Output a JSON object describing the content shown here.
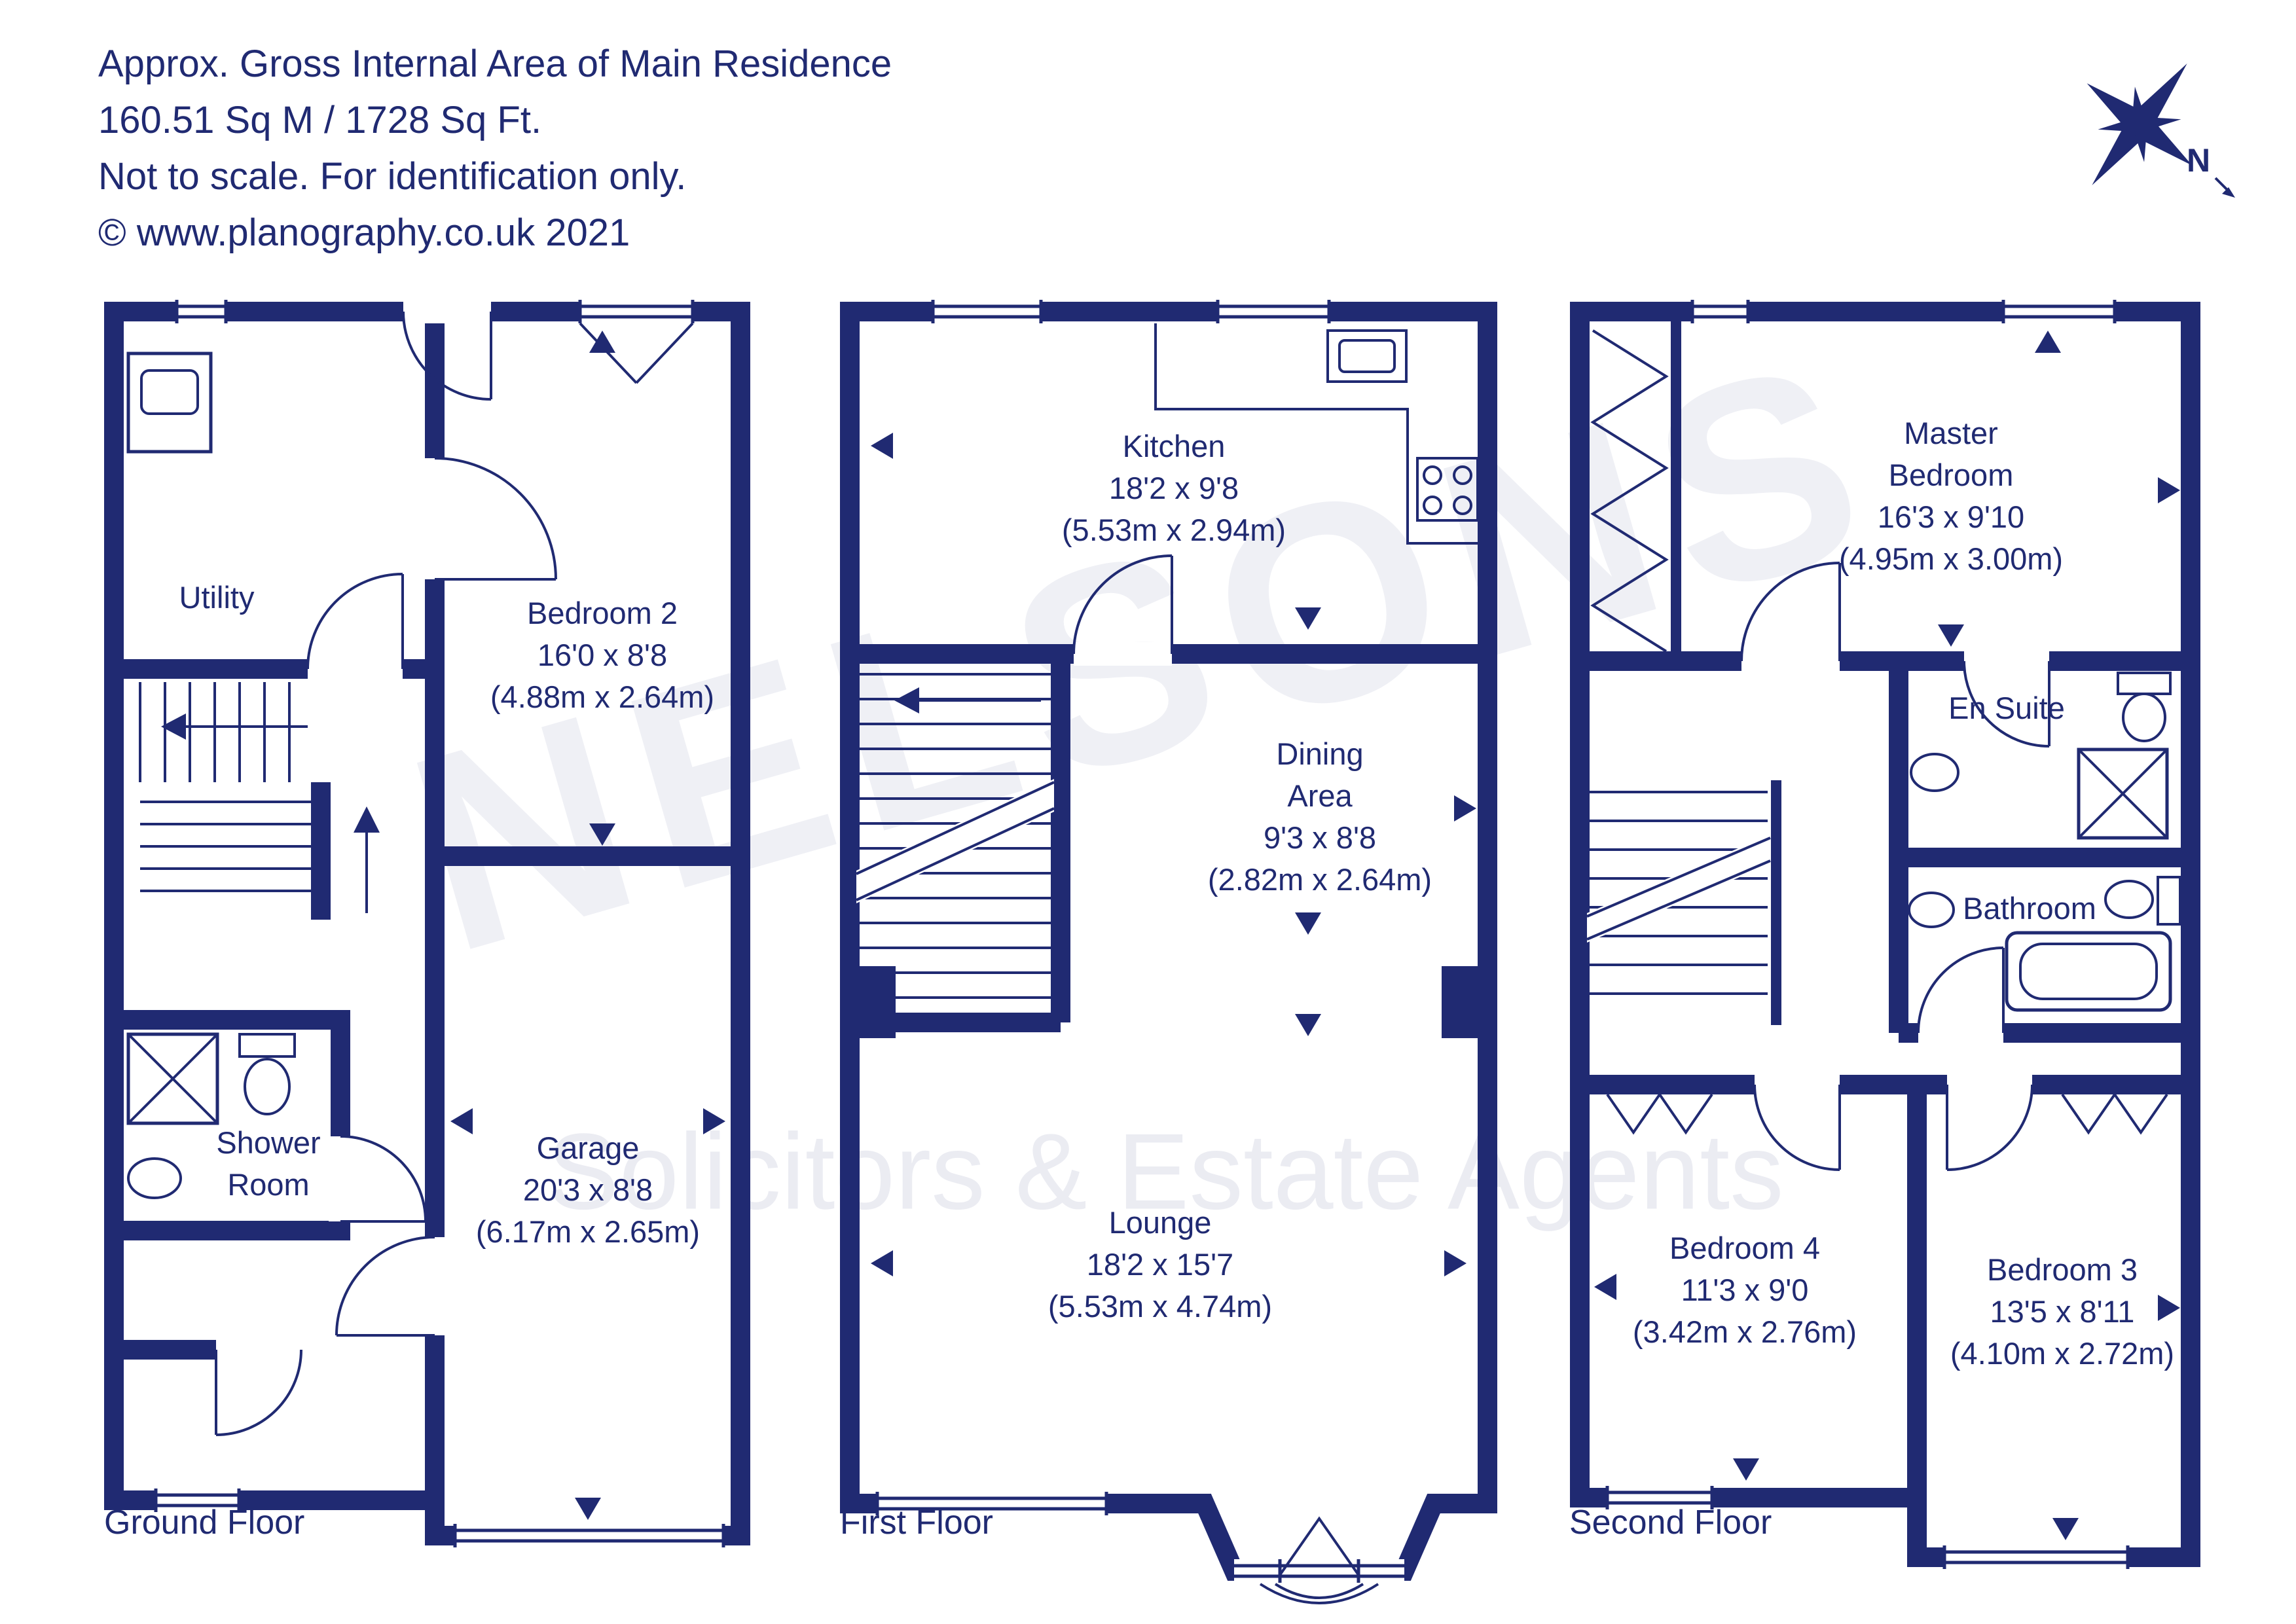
{
  "header": {
    "line1": "Approx. Gross Internal Area of Main Residence",
    "line2": "160.51 Sq M / 1728 Sq Ft.",
    "line3": "Not to scale. For identification only.",
    "line4": "© www.planography.co.uk 2021"
  },
  "compass": {
    "north_label": "N"
  },
  "watermark": {
    "name": "NELSONS",
    "tagline": "Solicitors & Estate Agents"
  },
  "colors": {
    "ink": "#202a72",
    "watermark": "rgba(32,42,114,0.08)"
  },
  "floors": [
    {
      "name": "Ground Floor",
      "rooms": [
        {
          "name": "Utility",
          "imperial": "",
          "metric": ""
        },
        {
          "name": "Bedroom 2",
          "imperial": "16'0 x 8'8",
          "metric": "(4.88m x 2.64m)"
        },
        {
          "name": "Shower Room",
          "imperial": "",
          "metric": ""
        },
        {
          "name": "Garage",
          "imperial": "20'3 x 8'8",
          "metric": "(6.17m x 2.65m)"
        }
      ]
    },
    {
      "name": "First Floor",
      "rooms": [
        {
          "name": "Kitchen",
          "imperial": "18'2 x 9'8",
          "metric": "(5.53m x 2.94m)"
        },
        {
          "name": "Dining Area",
          "imperial": "9'3 x 8'8",
          "metric": "(2.82m x 2.64m)"
        },
        {
          "name": "Lounge",
          "imperial": "18'2 x 15'7",
          "metric": "(5.53m x 4.74m)"
        }
      ]
    },
    {
      "name": "Second Floor",
      "rooms": [
        {
          "name": "Master Bedroom",
          "imperial": "16'3 x 9'10",
          "metric": "(4.95m x 3.00m)"
        },
        {
          "name": "En Suite",
          "imperial": "",
          "metric": ""
        },
        {
          "name": "Bathroom",
          "imperial": "",
          "metric": ""
        },
        {
          "name": "Bedroom 4",
          "imperial": "11'3 x 9'0",
          "metric": "(3.42m x 2.76m)"
        },
        {
          "name": "Bedroom 3",
          "imperial": "13'5 x 8'11",
          "metric": "(4.10m x 2.72m)"
        }
      ]
    }
  ]
}
